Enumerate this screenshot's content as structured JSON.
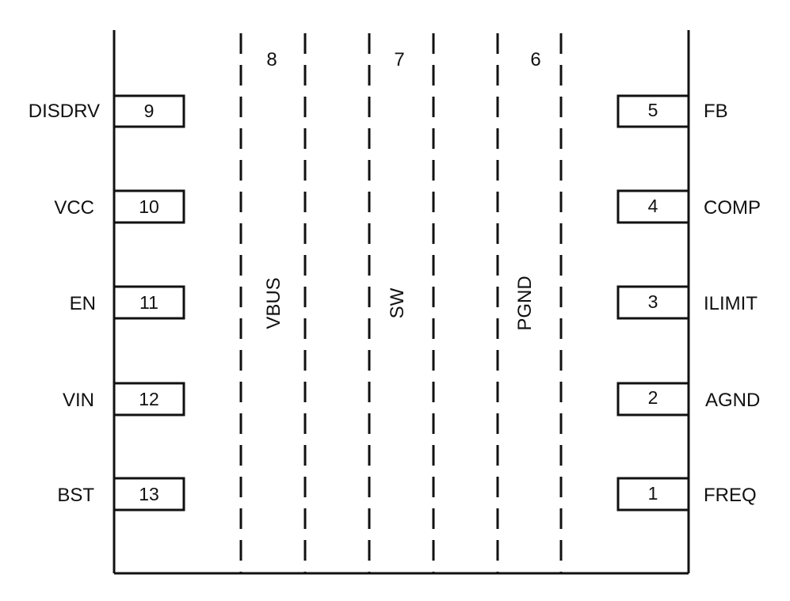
{
  "left_pins": [
    {
      "number": "9",
      "name": "DISDRV"
    },
    {
      "number": "10",
      "name": "VCC"
    },
    {
      "number": "11",
      "name": "EN"
    },
    {
      "number": "12",
      "name": "VIN"
    },
    {
      "number": "13",
      "name": "BST"
    }
  ],
  "right_pins": [
    {
      "number": "5",
      "name": "FB"
    },
    {
      "number": "4",
      "name": "COMP"
    },
    {
      "number": "3",
      "name": "ILIMIT"
    },
    {
      "number": "2",
      "name": "AGND"
    },
    {
      "number": "1",
      "name": "FREQ"
    }
  ],
  "center_pads": [
    {
      "number": "8",
      "name": "VBUS"
    },
    {
      "number": "7",
      "name": "SW"
    },
    {
      "number": "6",
      "name": "PGND"
    }
  ]
}
